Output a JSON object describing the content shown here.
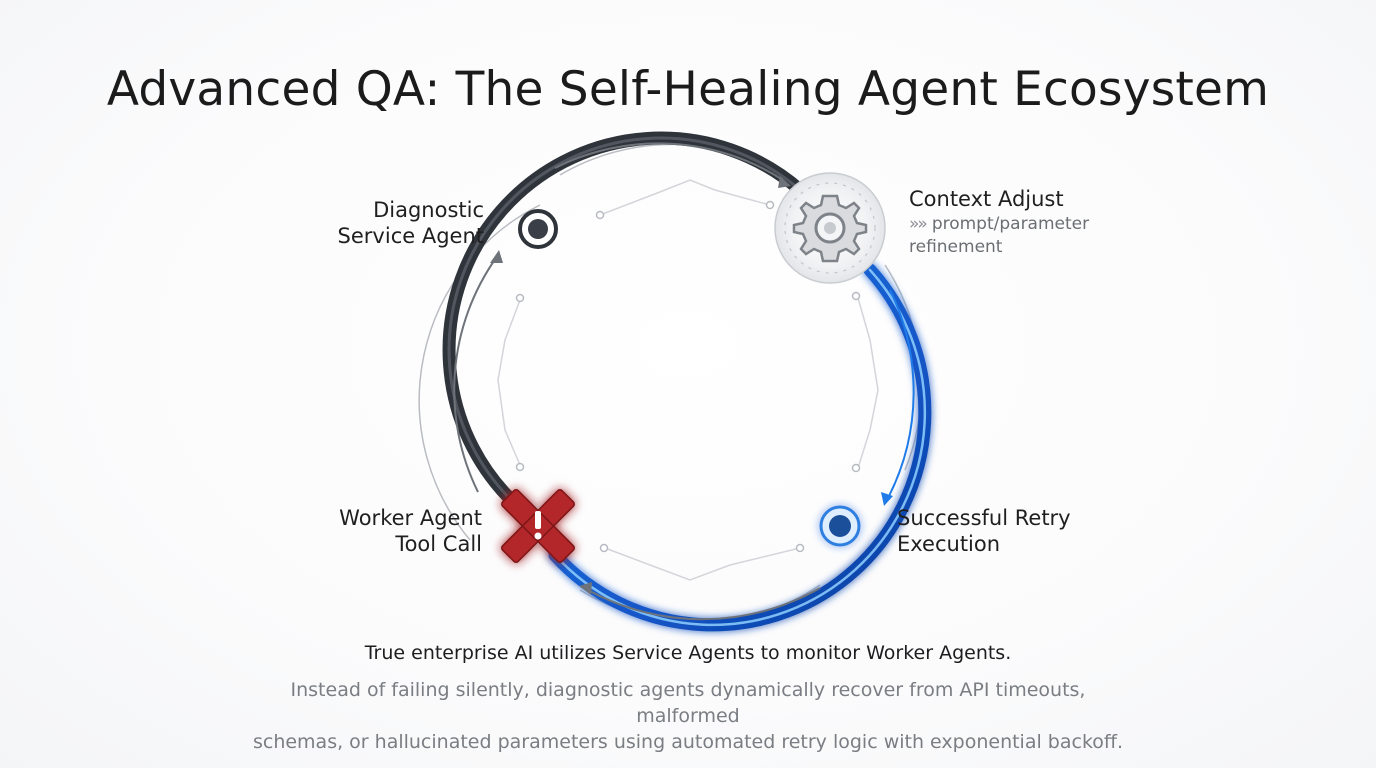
{
  "title": "Advanced QA: The Self-Healing Agent Ecosystem",
  "nodes": {
    "diagnostic": {
      "line1": "Diagnostic",
      "line2": "Service Agent"
    },
    "context": {
      "title": "Context Adjust",
      "chevrons": "»»",
      "line1": "prompt/parameter",
      "line2": "refinement"
    },
    "worker": {
      "line1": "Worker Agent",
      "line2": "Tool Call"
    },
    "retry": {
      "line1": "Successful Retry",
      "line2": "Execution"
    }
  },
  "caption": {
    "main": "True enterprise AI utilizes Service Agents to monitor Worker Agents.",
    "sub_line1": "Instead of failing silently, diagnostic agents dynamically recover from API timeouts, malformed",
    "sub_line2": "schemas, or hallucinated parameters using automated retry logic with exponential backoff."
  },
  "icons": {
    "diagnostic_node": "diagnostic-node-icon",
    "gear": "gear-icon",
    "failure": "failure-x-icon",
    "success_node": "success-node-icon"
  },
  "colors": {
    "ring_dark": "#3a3f47",
    "ring_blue": "#1565d8",
    "glow_blue": "#4aa3ff",
    "failure_red": "#b3262b",
    "gear_gray": "#8b8f96"
  }
}
